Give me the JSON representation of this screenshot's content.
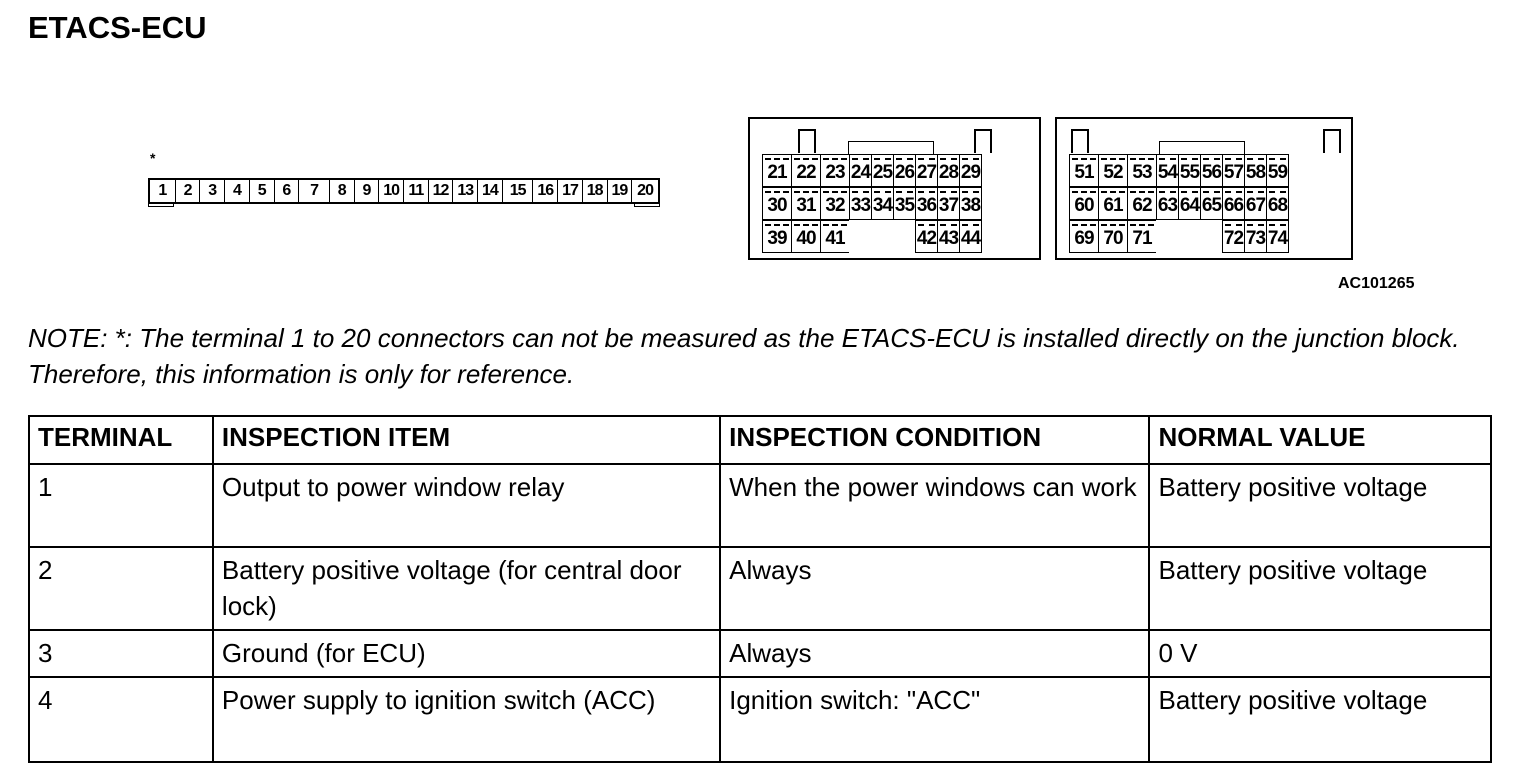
{
  "title": "ETACS-ECU",
  "connector_a": {
    "marker": "*",
    "terminals": [
      "1",
      "2",
      "3",
      "4",
      "5",
      "6",
      "7",
      "8",
      "9",
      "10",
      "11",
      "12",
      "13",
      "14",
      "15",
      "16",
      "17",
      "18",
      "19",
      "20"
    ]
  },
  "connector_b": {
    "rows": [
      [
        "21",
        "22",
        "23",
        "24",
        "25",
        "26",
        "27",
        "28",
        "29"
      ],
      [
        "30",
        "31",
        "32",
        "33",
        "34",
        "35",
        "36",
        "37",
        "38"
      ],
      [
        "39",
        "40",
        "41",
        "",
        "",
        "",
        "42",
        "43",
        "44"
      ]
    ]
  },
  "connector_c": {
    "rows": [
      [
        "51",
        "52",
        "53",
        "54",
        "55",
        "56",
        "57",
        "58",
        "59"
      ],
      [
        "60",
        "61",
        "62",
        "63",
        "64",
        "65",
        "66",
        "67",
        "68"
      ],
      [
        "69",
        "70",
        "71",
        "",
        "",
        "",
        "72",
        "73",
        "74"
      ]
    ]
  },
  "figure_code": "AC101265",
  "note": "NOTE: *: The terminal 1 to 20 connectors can not be measured as the ETACS-ECU is installed directly on the junction block. Therefore, this information is only for reference.",
  "table": {
    "headers": [
      "TERMINAL",
      "INSPECTION ITEM",
      "INSPECTION CONDITION",
      "NORMAL VALUE"
    ],
    "rows": [
      [
        "1",
        "Output to power window relay",
        "When the power windows can work",
        "Battery positive voltage"
      ],
      [
        "2",
        "Battery positive voltage (for central door lock)",
        "Always",
        "Battery positive voltage"
      ],
      [
        "3",
        "Ground (for ECU)",
        "Always",
        "0 V"
      ],
      [
        "4",
        "Power supply to ignition switch (ACC)",
        "Ignition switch: \"ACC\"",
        "Battery positive voltage"
      ]
    ]
  }
}
